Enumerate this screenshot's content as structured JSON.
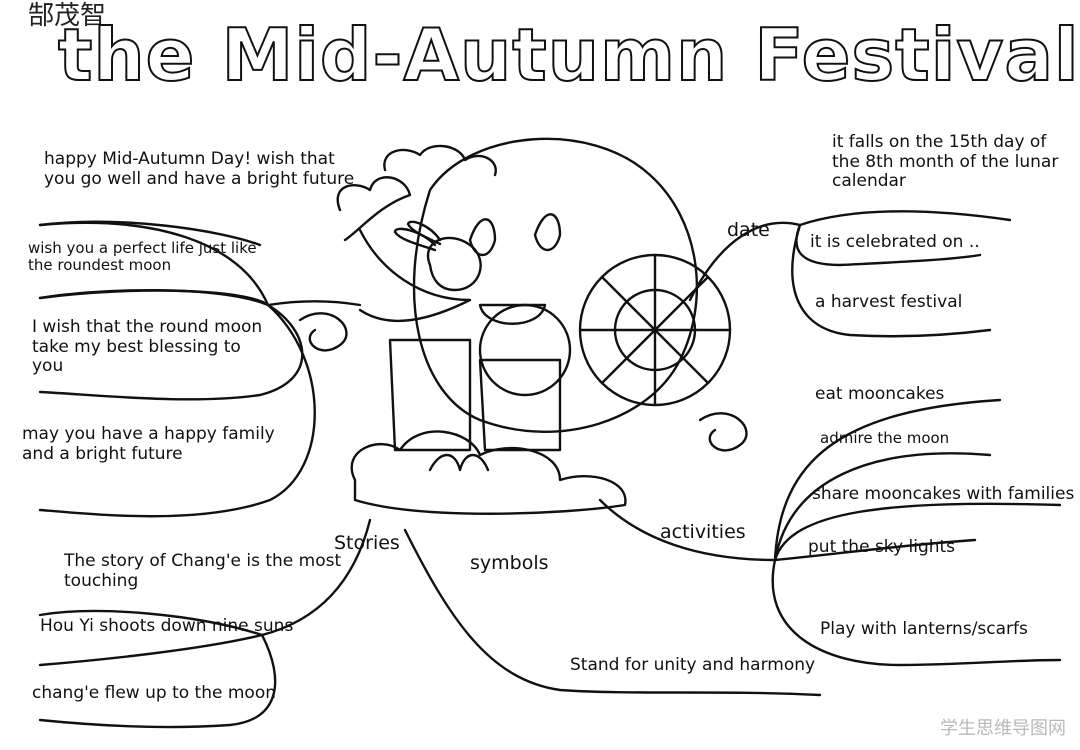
{
  "author": "郜茂智",
  "title": "the Mid-Autumn Festival",
  "left_wishes": {
    "w1": "happy Mid-Autumn Day! wish that you go well and have a bright future",
    "w2": "wish you a perfect life just like the roundest moon",
    "w3": "I wish that the round moon take my best blessing to you",
    "w4": "may you have a happy family and a bright future"
  },
  "stories": {
    "label": "Stories",
    "items": [
      "The story of Chang'e is the most touching",
      "Hou Yi shoots down nine suns",
      "chang'e flew up to the moon"
    ]
  },
  "symbols": {
    "label": "symbols",
    "meaning": "Stand for unity and harmony"
  },
  "date": {
    "label": "date",
    "items": [
      "it falls on the 15th day of the 8th month of the lunar calendar",
      "it is celebrated on ..",
      "a harvest festival"
    ]
  },
  "activities": {
    "label": "activities",
    "items": [
      "eat mooncakes",
      "admire the moon",
      "share mooncakes with families",
      "put the sky lights",
      "Play with lanterns/scarfs"
    ]
  },
  "watermark": "学生思维导图网"
}
